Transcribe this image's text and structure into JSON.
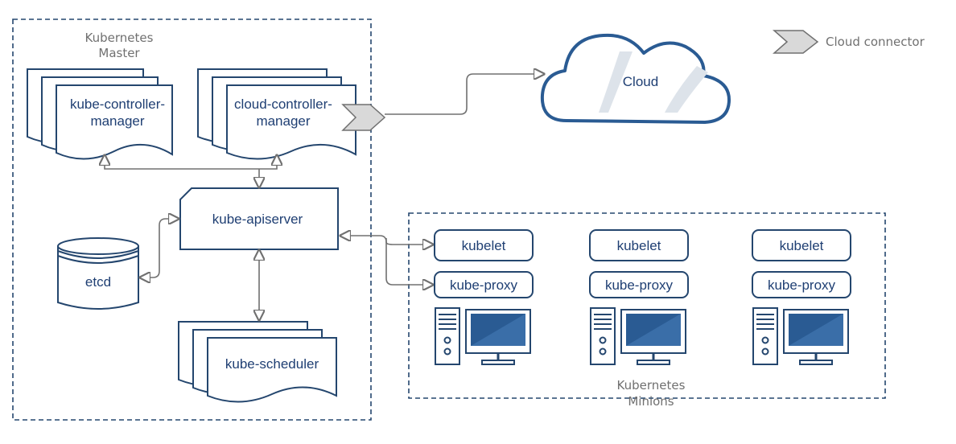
{
  "master": {
    "label_line1": "Kubernetes",
    "label_line2": "Master"
  },
  "minions": {
    "label_line1": "Kubernetes",
    "label_line2": "Minions"
  },
  "components": {
    "kcm_line1": "kube-controller-",
    "kcm_line2": "manager",
    "ccm_line1": "cloud-controller-",
    "ccm_line2": "manager",
    "apiserver": "kube-apiserver",
    "etcd": "etcd",
    "scheduler": "kube-scheduler"
  },
  "cloud": {
    "label": "Cloud"
  },
  "legend": {
    "cloud_connector": "Cloud connector"
  },
  "nodes": [
    {
      "kubelet": "kubelet",
      "proxy": "kube-proxy"
    },
    {
      "kubelet": "kubelet",
      "proxy": "kube-proxy"
    },
    {
      "kubelet": "kubelet",
      "proxy": "kube-proxy"
    }
  ],
  "colors": {
    "primary": "#24466e",
    "text": "#1f3f73",
    "connector": "#707070",
    "screen": "#2a5b93"
  }
}
